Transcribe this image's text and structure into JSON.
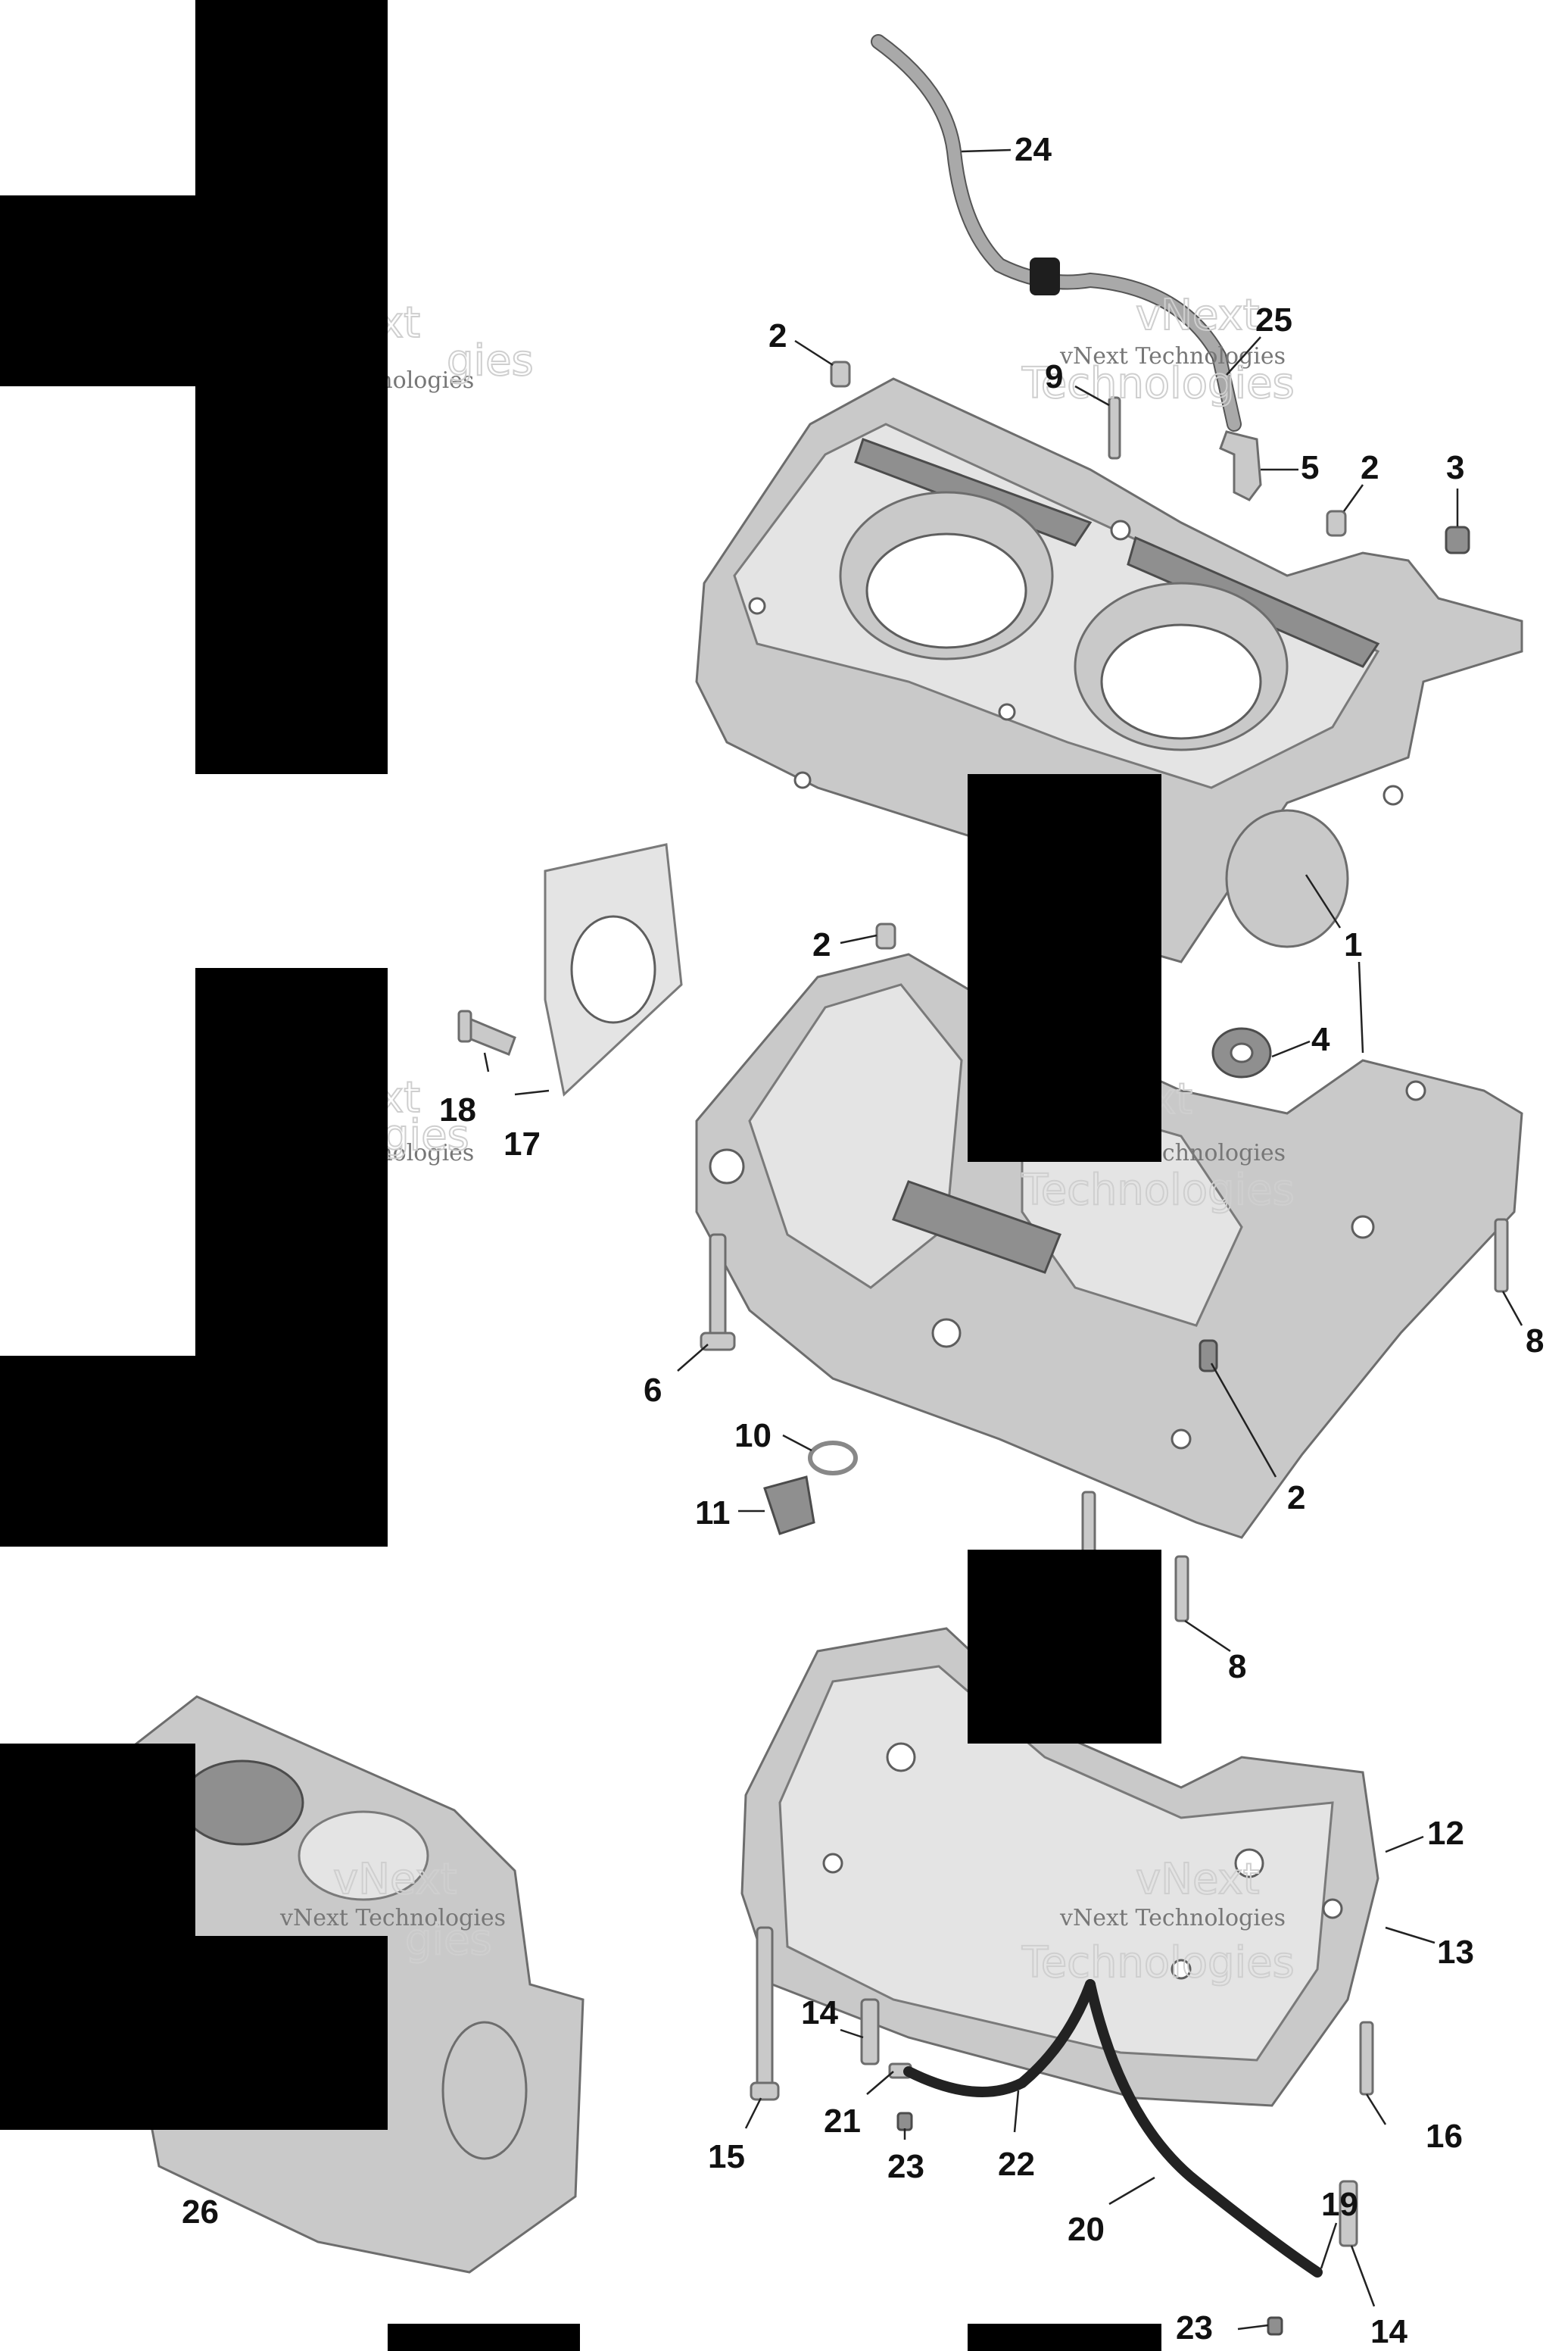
{
  "callouts": {
    "c1": "1",
    "c2a": "2",
    "c2b": "2",
    "c2c": "2",
    "c2d": "2",
    "c3": "3",
    "c4": "4",
    "c5": "5",
    "c6": "6",
    "c8a": "8",
    "c8b": "8",
    "c9": "9",
    "c10": "10",
    "c11": "11",
    "c12": "12",
    "c13": "13",
    "c14a": "14",
    "c14b": "14",
    "c15": "15",
    "c16": "16",
    "c17": "17",
    "c18": "18",
    "c19": "19",
    "c20": "20",
    "c21": "21",
    "c22": "22",
    "c23a": "23",
    "c23b": "23",
    "c24": "24",
    "c25": "25",
    "c26": "26"
  },
  "watermark": {
    "company": "vNext Technologies",
    "word1": "vNext",
    "word2": "Technologies",
    "partial1": "hnologies",
    "partial2": "xt",
    "partial3": "gies"
  },
  "colors": {
    "background": "#ffffff",
    "part_gray": "#c9c9c9",
    "redaction": "#000000",
    "hose": "#222222"
  }
}
